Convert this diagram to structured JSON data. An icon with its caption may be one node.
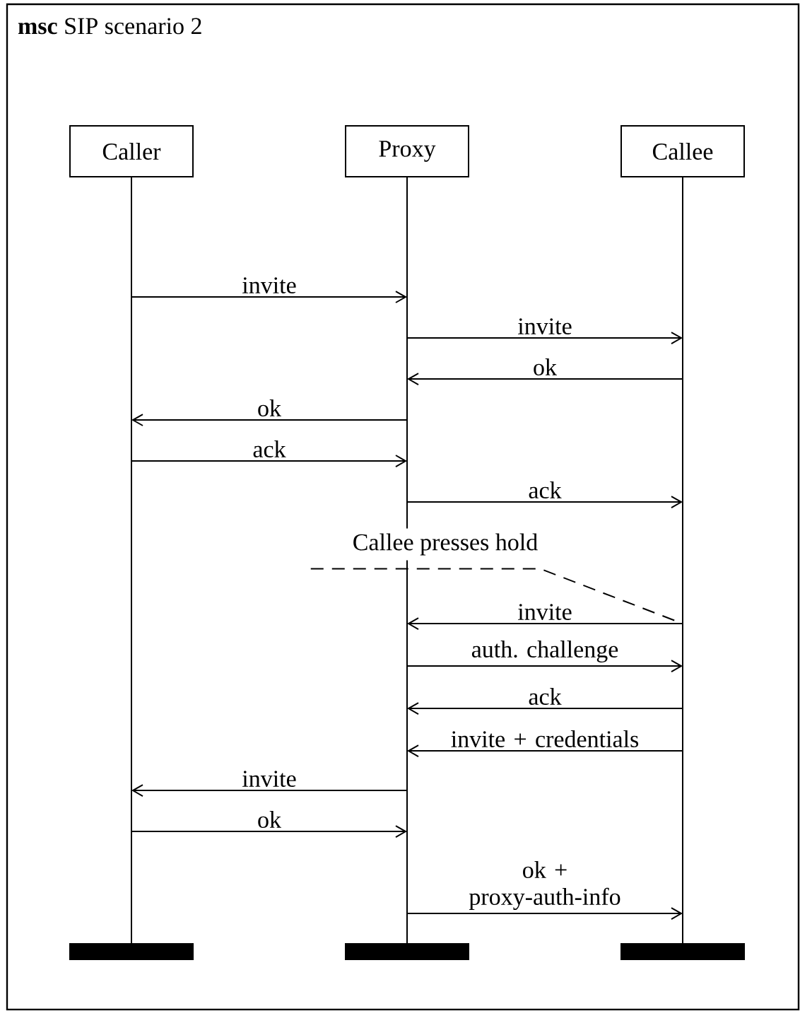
{
  "diagram": {
    "title": "**msc** SIP scenario 2",
    "nodes": [
      {
        "text": [
          "Caller"
        ]
      },
      {
        "text": [
          "Proxy"
        ]
      },
      {
        "text": [
          "Callee"
        ]
      },
      {
        "text": [
          "Callee presses hold"
        ]
      }
    ],
    "edges": [
      {
        "from": 0,
        "to": 1,
        "arrow": "to",
        "label": "invite"
      },
      {
        "from": 1,
        "to": 2,
        "arrow": "to",
        "label": "invite"
      },
      {
        "from": 2,
        "to": 1,
        "arrow": "to",
        "label": "ok"
      },
      {
        "from": 1,
        "to": 0,
        "arrow": "to",
        "label": "ok"
      },
      {
        "from": 0,
        "to": 1,
        "arrow": "to",
        "label": "ack"
      },
      {
        "from": 1,
        "to": 2,
        "arrow": "to",
        "label": "ack"
      },
      {
        "from": 3,
        "to": 2,
        "arrow": "none",
        "style": "dashed"
      },
      {
        "from": 2,
        "to": 1,
        "arrow": "to",
        "label": "invite"
      },
      {
        "from": 1,
        "to": 2,
        "arrow": "to",
        "label": "auth. challenge"
      },
      {
        "from": 2,
        "to": 1,
        "arrow": "to",
        "label": "ack"
      },
      {
        "from": 2,
        "to": 1,
        "arrow": "to",
        "label": "invite + credentials"
      },
      {
        "from": 1,
        "to": 0,
        "arrow": "to",
        "label": "invite"
      },
      {
        "from": 0,
        "to": 1,
        "arrow": "to",
        "label": "ok"
      },
      {
        "from": 1,
        "to": 2,
        "arrow": "to",
        "label": "ok + proxy-auth-info"
      }
    ]
  }
}
